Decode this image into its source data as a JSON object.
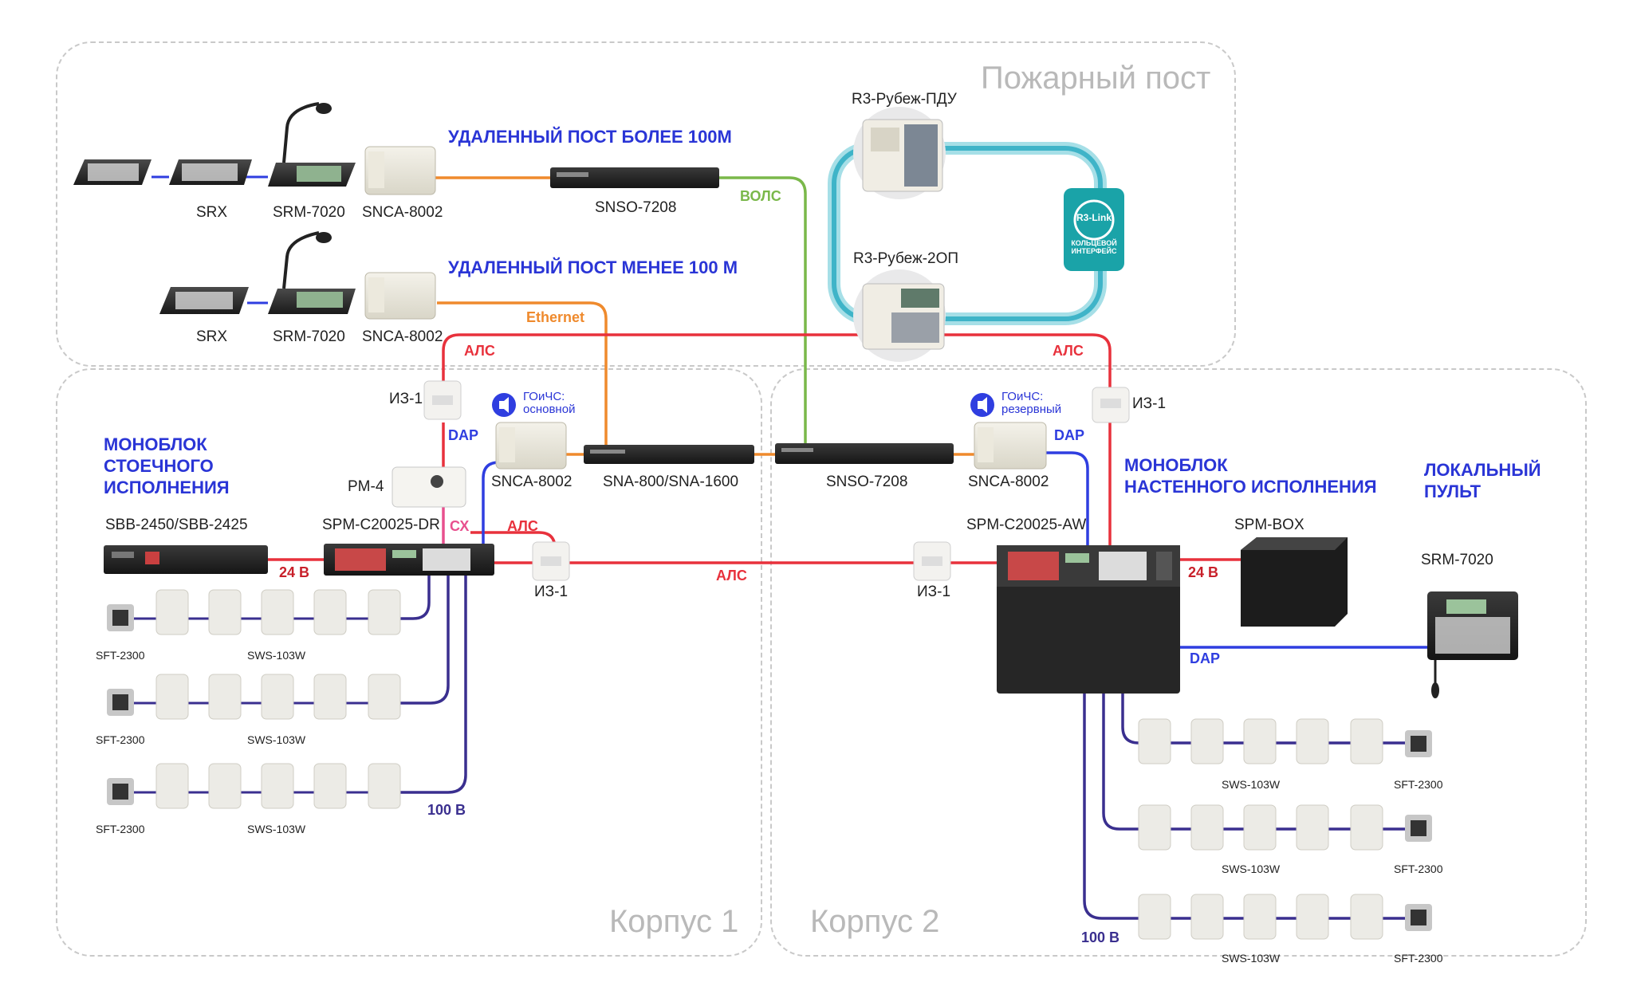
{
  "colors": {
    "alarm_line": "#e8313c",
    "speaker_line": "#3a2f8f",
    "dap_line": "#2f3ee0",
    "ethernet_line": "#ef8a2d",
    "fiber_line": "#7ab84a",
    "cx_line": "#e8508e",
    "ring_line": "#55bfd0",
    "zone_border": "#c9c9c9"
  },
  "zones": {
    "fire_post": "Пожарный пост",
    "building1": "Корпус 1",
    "building2": "Корпус 2"
  },
  "headers": {
    "remote_over_100": "УДАЛЕННЫЙ ПОСТ БОЛЕЕ 100М",
    "remote_under_100": "УДАЛЕННЫЙ ПОСТ МЕНЕЕ 100 М",
    "rack_monoblock": [
      "МОНОБЛОК",
      "СТОЕЧНОГО",
      "ИСПОЛНЕНИЯ"
    ],
    "wall_monoblock": [
      "МОНОБЛОК",
      "НАСТЕННОГО ИСПОЛНЕНИЯ"
    ],
    "local_console": [
      "ЛОКАЛЬНЫЙ",
      "ПУЛЬТ"
    ]
  },
  "devices": {
    "srx_1": "SRX",
    "srm_1": "SRM-7020",
    "snca_1": "SNCA-8002",
    "snso_top": "SNSO-7208",
    "srx_2": "SRX",
    "srm_2": "SRM-7020",
    "snca_2": "SNCA-8002",
    "r3_pdu": "R3-Рубеж-ПДУ",
    "r3_2op": "R3-Рубеж-2ОП",
    "r3_link_title": "R3-Link",
    "r3_link_sub": [
      "КОЛЬЦЕВОЙ",
      "ИНТЕРФЕЙС"
    ],
    "iz1_a": "ИЗ-1",
    "iz1_b": "ИЗ-1",
    "iz1_c": "ИЗ-1",
    "iz1_d": "ИЗ-1",
    "gochs_main": [
      "ГОиЧС:",
      "основной"
    ],
    "gochs_reserve": [
      "ГОиЧС:",
      "резервный"
    ],
    "snca_3": "SNCA-8002",
    "sna": "SNA-800/SNA-1600",
    "snso_mid": "SNSO-7208",
    "snca_4": "SNCA-8002",
    "pm4": "PM-4",
    "sbb": "SBB-2450/SBB-2425",
    "spm_dr": "SPM-C20025-DR",
    "spm_aw": "SPM-C20025-AW",
    "spm_box": "SPM-BOX",
    "srm_local": "SRM-7020",
    "sft": "SFT-2300",
    "sws": "SWS-103W"
  },
  "links": {
    "vols": "ВОЛС",
    "ethernet": "Ethernet",
    "als_left": "АЛС",
    "als_right": "АЛС",
    "als_mid": "АЛС",
    "als_small": "АЛС",
    "dap_left": "DAP",
    "dap_right": "DAP",
    "dap_local": "DAP",
    "cx": "СХ",
    "v24_left": "24 В",
    "v24_right": "24 В",
    "v100_left": "100 В",
    "v100_right": "100 В"
  }
}
